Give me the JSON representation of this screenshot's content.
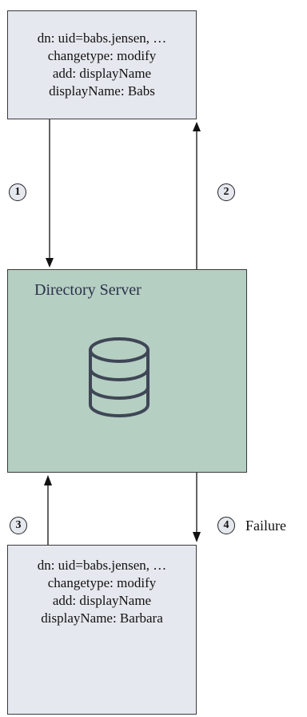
{
  "top_request": {
    "lines": [
      "dn: uid=babs.jensen, …",
      "changetype: modify",
      "add: displayName",
      "displayName: Babs"
    ]
  },
  "server": {
    "title": "Directory Server",
    "icon": "database-icon"
  },
  "bottom_request": {
    "lines": [
      "dn: uid=babs.jensen, …",
      "changetype: modify",
      "add: displayName",
      "displayName: Barbara"
    ]
  },
  "steps": [
    "1",
    "2",
    "3",
    "4"
  ],
  "failure_label": "Failure",
  "colors": {
    "request_box": "#e6e8ef",
    "server_box": "#b5cfc3",
    "server_title": "#2b3247",
    "icon": "#3f4655",
    "line": "#111111"
  }
}
